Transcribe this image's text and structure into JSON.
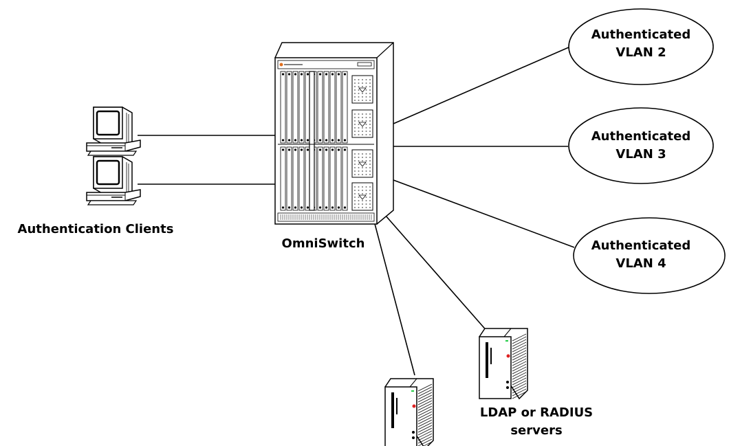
{
  "labels": {
    "clients": "Authentication Clients",
    "switch": "OmniSwitch",
    "servers_line1": "LDAP or RADIUS",
    "servers_line2": "servers"
  },
  "vlans": [
    {
      "line1": "Authenticated",
      "line2": "VLAN 2"
    },
    {
      "line1": "Authenticated",
      "line2": "VLAN 3"
    },
    {
      "line1": "Authenticated",
      "line2": "VLAN 4"
    }
  ],
  "colors": {
    "line": "#000000",
    "led_green": "#22cc44",
    "led_red": "#dd2222",
    "logo_orange": "#e07020"
  }
}
